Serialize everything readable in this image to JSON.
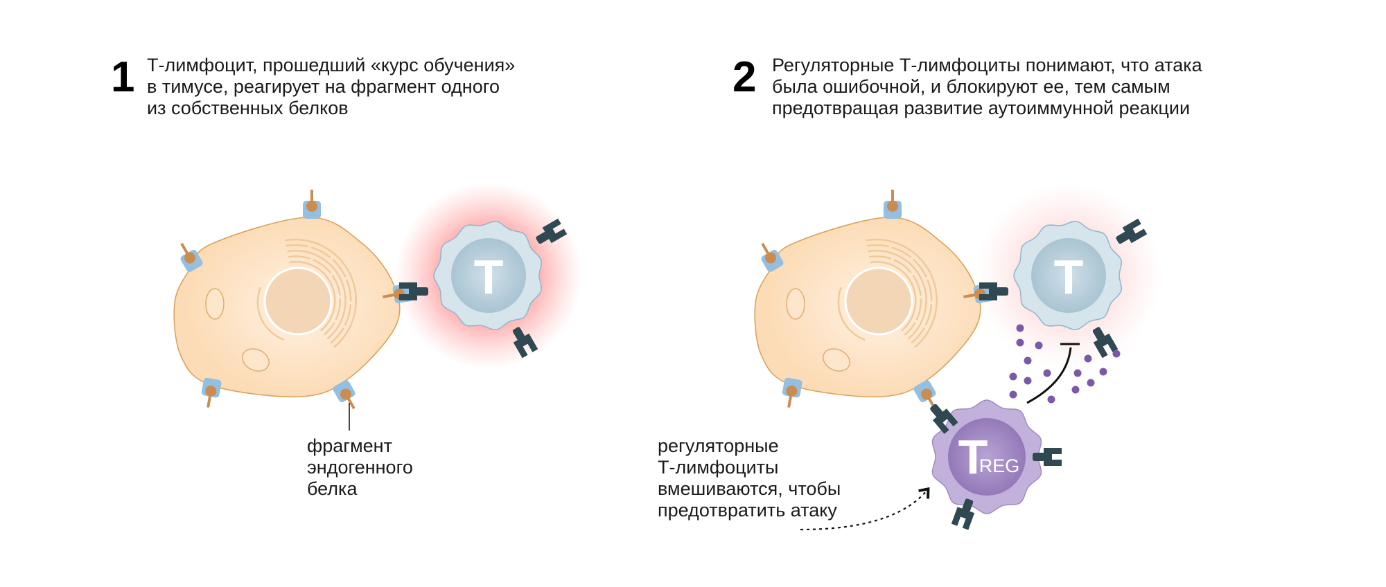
{
  "panel1": {
    "number": "1",
    "caption": [
      "Т-лимфоцит, прошедший «курс обучения»",
      "в тимусе, реагирует на фрагмент одного",
      "из собственных белков"
    ],
    "label": [
      "фрагмент",
      "эндогенного",
      "белка"
    ],
    "tcell_letter": "T"
  },
  "panel2": {
    "number": "2",
    "caption": [
      "Регуляторные Т-лимфоциты понимают, что атака",
      "была ошибочной, и блокируют ее, тем самым",
      "предотвращая развитие аутоиммунной реакции"
    ],
    "label": [
      "регуляторные",
      "Т-лимфоциты",
      "вмешиваются, чтобы",
      "предотвратить атаку"
    ],
    "tcell_letter": "T",
    "treg_letter": "T",
    "treg_sub": "REG"
  },
  "colors": {
    "cell_fill": "#fde3c4",
    "cell_stroke": "#d9a35a",
    "nucleus": "#f3d6b6",
    "tcell": "#c9dbe4",
    "treg": "#a68fc4",
    "receptor_blue": "#94bfdf",
    "antigen": "#c98d52",
    "tcr": "#2f4852",
    "cytokine": "#7a5aa8",
    "glow": "#ff8a8a"
  }
}
